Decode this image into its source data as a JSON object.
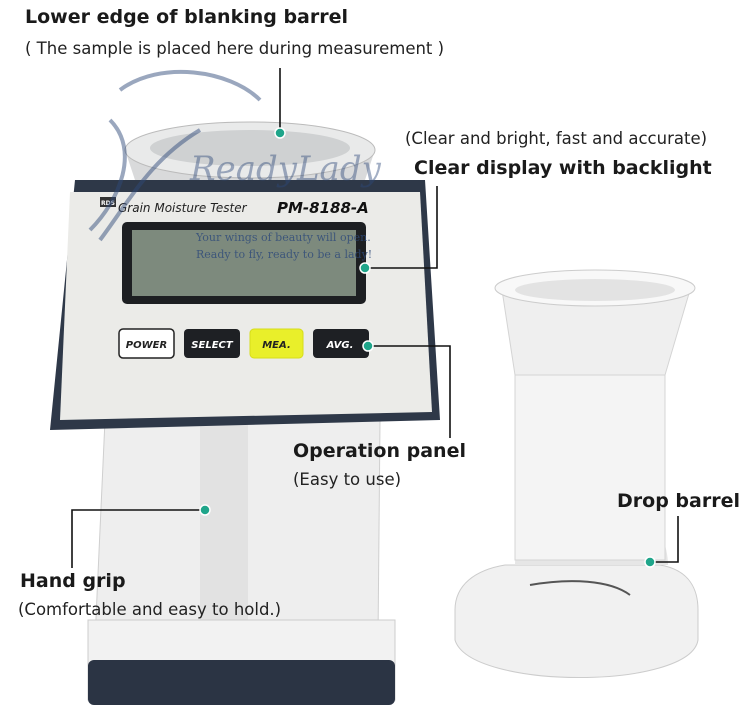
{
  "labels": {
    "barrel_title": "Lower edge of blanking barrel",
    "barrel_sub": "( The sample is placed here during measurement )",
    "display_sub": "(Clear and bright, fast and accurate)",
    "display_title": "Clear display with backlight",
    "panel_title": "Operation panel",
    "panel_sub": "(Easy to use)",
    "grip_title": "Hand grip",
    "grip_sub": "(Comfortable and easy to hold.)",
    "drop_title": "Drop barrel"
  },
  "device": {
    "brand_badge": "RDS",
    "name": "Grain Moisture Tester",
    "model": "PM-8188-A",
    "buttons": [
      "POWER",
      "SELECT",
      "MEA.",
      "AVG."
    ]
  },
  "watermark": {
    "logo": "ReadyLady",
    "line1": "Your wings of beauty will open.",
    "line2": "Ready to fly, ready to be a lady!"
  },
  "colors": {
    "accent_dot": "#1fa58a",
    "mea_button": "#e9ef2a",
    "lcd": "#7d8a7d"
  }
}
